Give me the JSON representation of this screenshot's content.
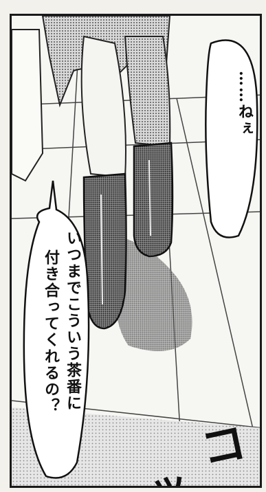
{
  "bubbles": {
    "top_right": {
      "text": "……ねぇ"
    },
    "left": {
      "line1": "いつまでこういう茶番に",
      "line2": "付き合ってくれるの？"
    }
  },
  "sfx": {
    "char1": "コ",
    "char2": "ッ"
  },
  "colors": {
    "ink": "#1a1a1a",
    "paper": "#fafaf7",
    "screen": "#bdbdbd"
  }
}
